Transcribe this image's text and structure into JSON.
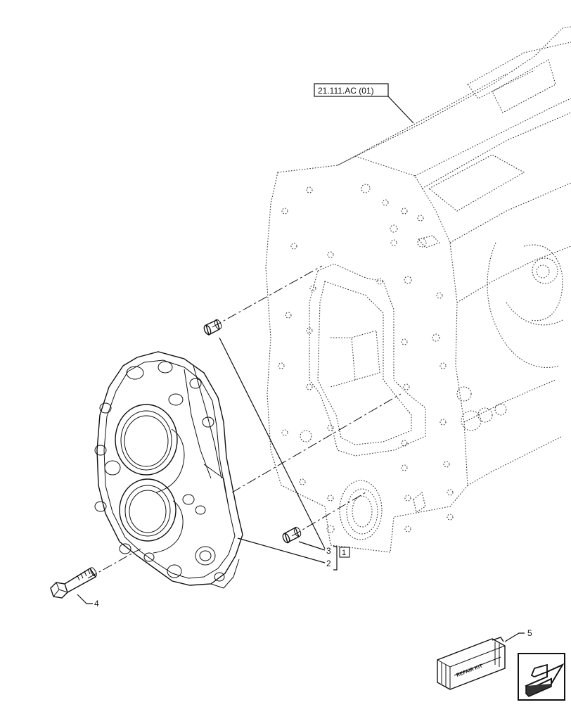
{
  "reference_label": "21.111.AC (01)",
  "callouts": {
    "pin_top": "3",
    "cover": "2",
    "bolt": "4",
    "kit": "5",
    "group_box": "1"
  },
  "kit_box_text": "REPAIR KIT",
  "nav_icon": "next-page-arrow-icon"
}
